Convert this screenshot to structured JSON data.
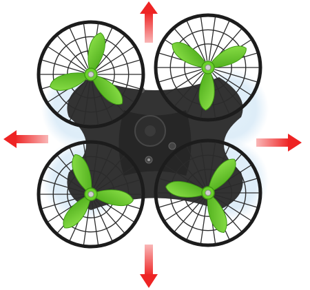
{
  "image": {
    "subject": "quadcopter-drone-top-view",
    "colors": {
      "background": "#ffffff",
      "frame": "#2a2a2a",
      "guard_ring": "#1c1c1c",
      "guard_spoke": "#2b2b2b",
      "propeller": "#6ad12a",
      "propeller_dark": "#3f9a12",
      "hub": "#cfcfcf",
      "glow": "#cfe6f7",
      "arrow": "#ef2b2b",
      "arrow_light": "#f7a3a3"
    },
    "arrows": [
      {
        "name": "arrow-up-icon",
        "direction": "up"
      },
      {
        "name": "arrow-down-icon",
        "direction": "down"
      },
      {
        "name": "arrow-left-icon",
        "direction": "left"
      },
      {
        "name": "arrow-right-icon",
        "direction": "right"
      }
    ],
    "rotors": [
      {
        "name": "rotor-top-left"
      },
      {
        "name": "rotor-top-right"
      },
      {
        "name": "rotor-bottom-left"
      },
      {
        "name": "rotor-bottom-right"
      }
    ]
  }
}
